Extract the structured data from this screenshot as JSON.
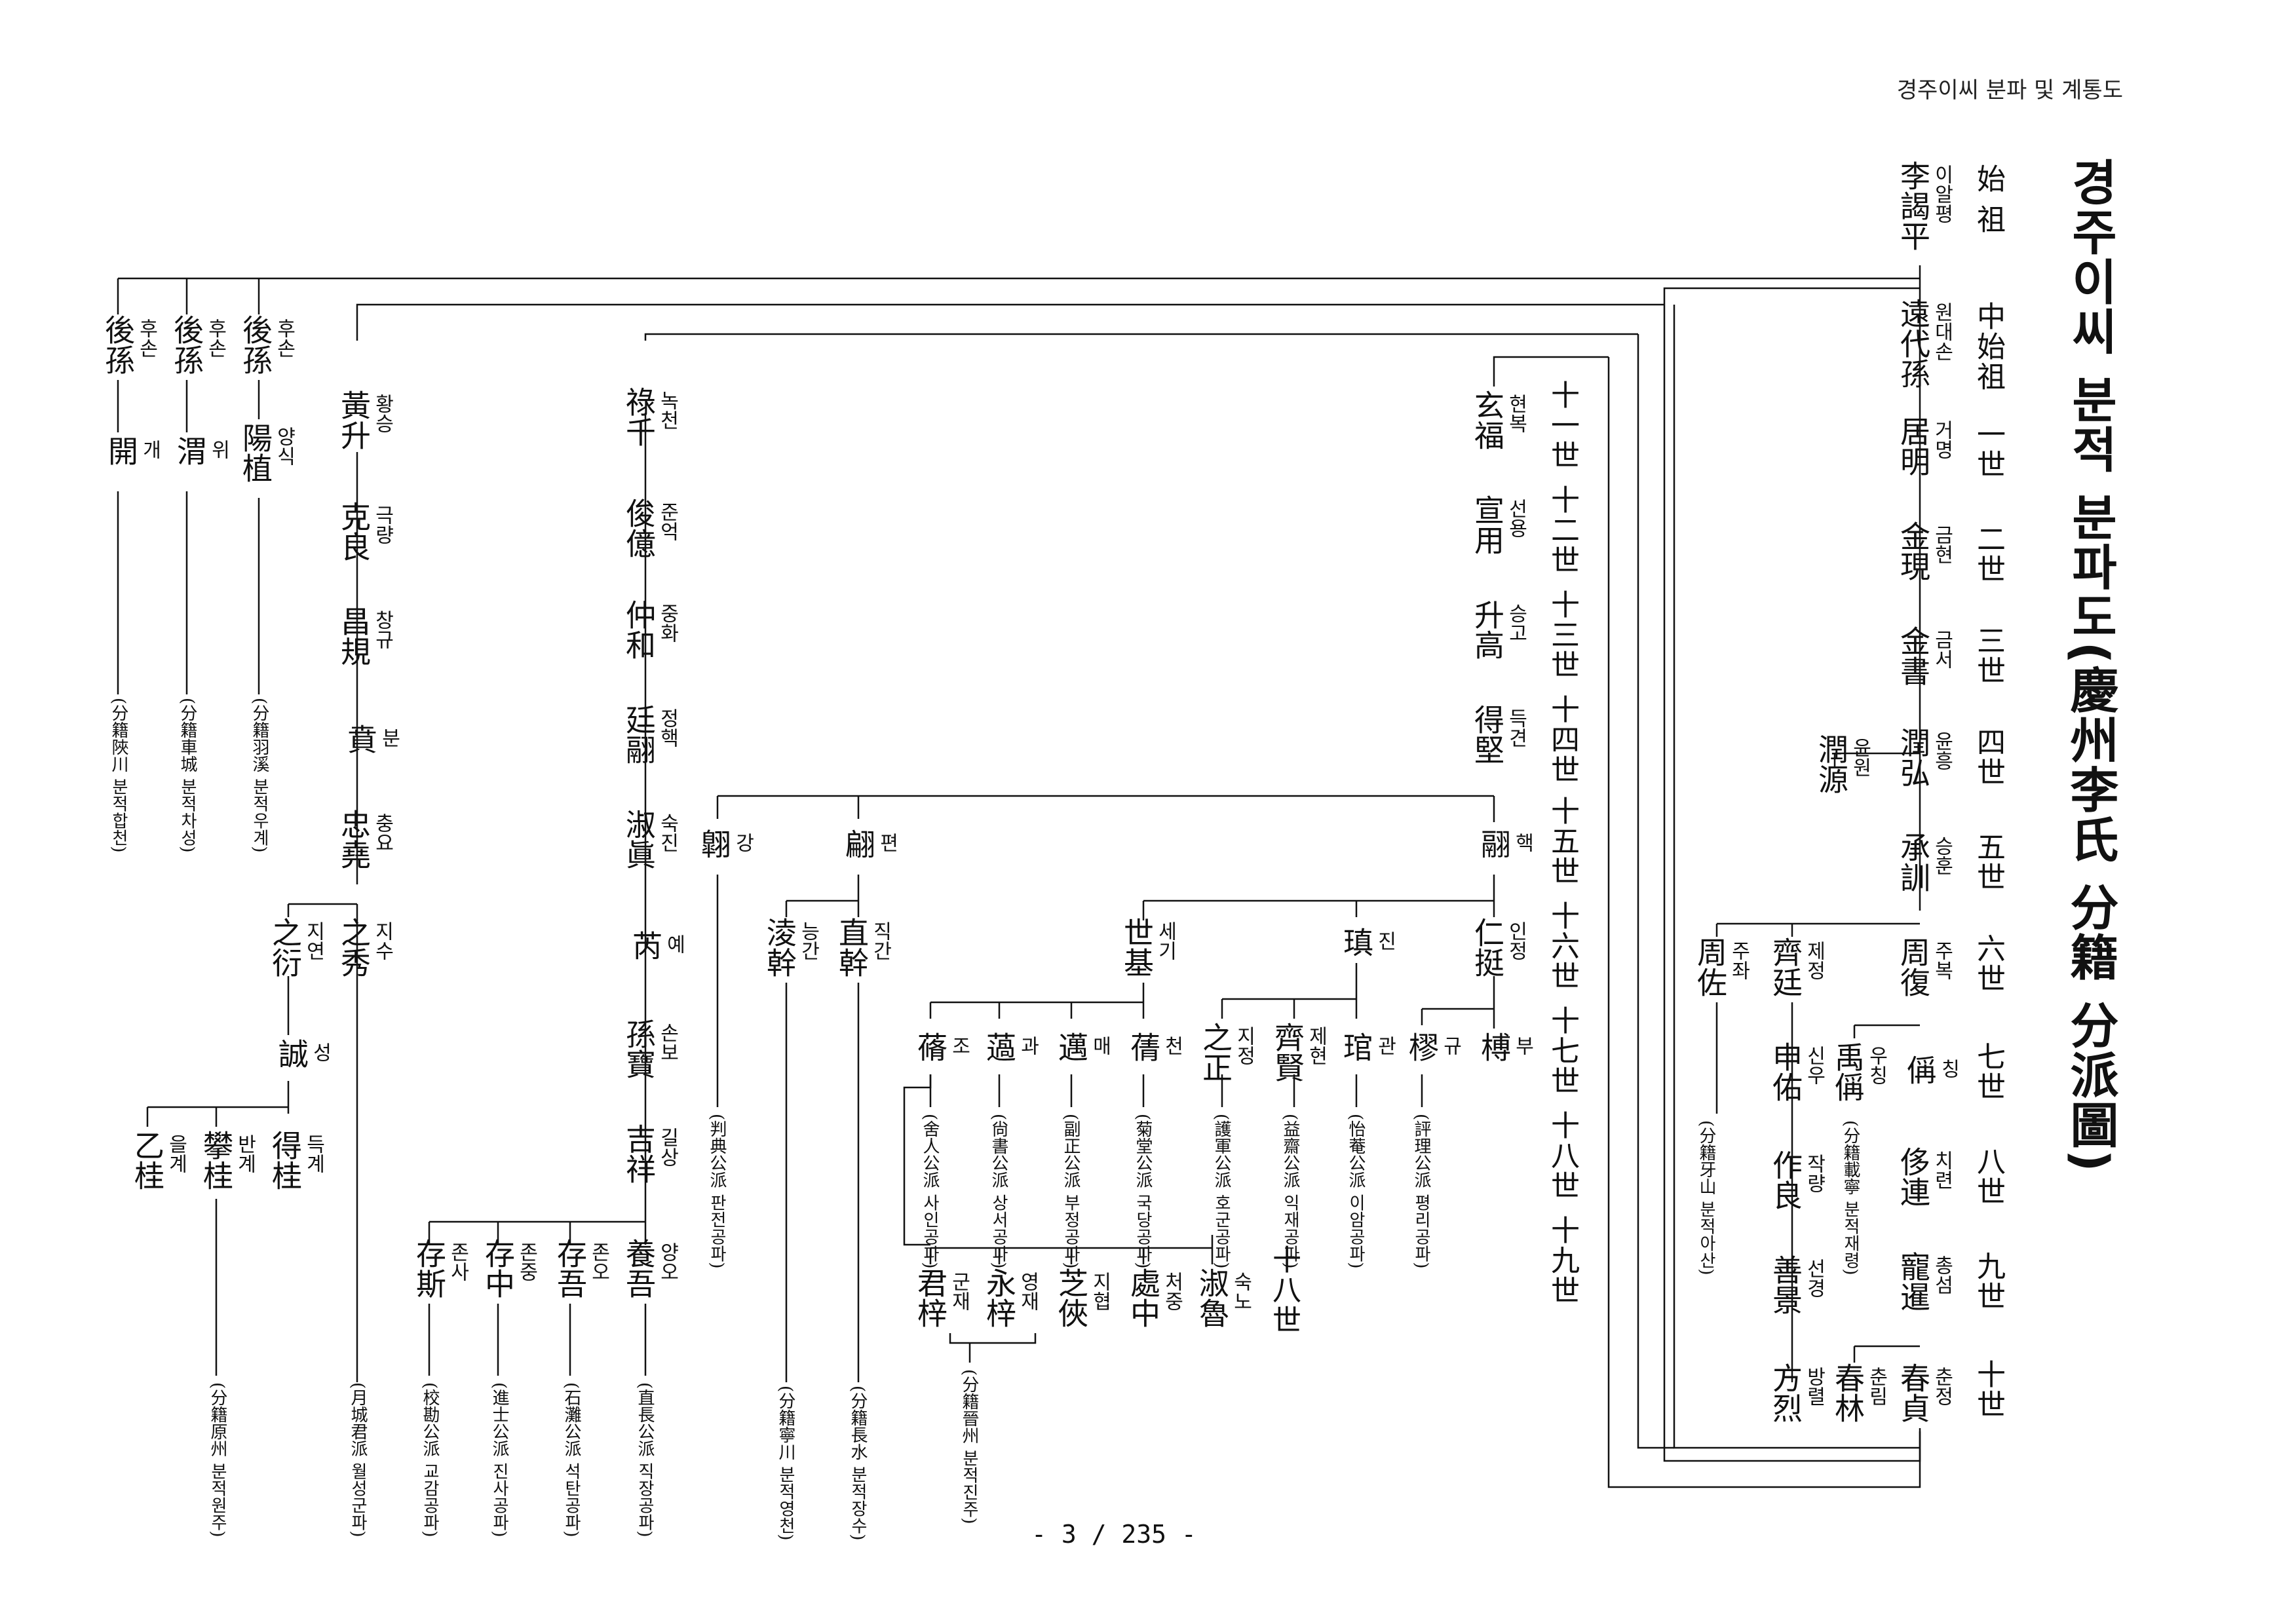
{
  "header": {
    "document_title": "경주이씨 분파 및 계통도"
  },
  "main_title": "경주이씨 분적 분파도(慶州李氏 分籍 分派圖)",
  "footer": {
    "page_label": "- 3 / 235 -"
  },
  "generations": {
    "g0": "始 祖",
    "gm": "中始祖",
    "g1": "一世",
    "g2": "二世",
    "g3": "三世",
    "g4": "四世",
    "g5": "五世",
    "g6": "六世",
    "g7": "七世",
    "g8": "八世",
    "g9": "九世",
    "g10": "十世",
    "g11": "十一世",
    "g12": "十二世",
    "g13": "十三世",
    "g14": "十四世",
    "g15": "十五世",
    "g16": "十六世",
    "g17": "十七世",
    "g18": "十八世",
    "g19": "十九世",
    "g18b": "十八世"
  },
  "persons": {
    "p_ialpyeong": {
      "hanja": "李謁平",
      "hangul": "이알평"
    },
    "p_wondaeson": {
      "hanja": "遠代孫",
      "hangul": "원대손"
    },
    "p_geomyeong": {
      "hanja": "居明",
      "hangul": "거명"
    },
    "p_geumhyeon": {
      "hanja": "金現",
      "hangul": "금현"
    },
    "p_geumseo": {
      "hanja": "金書",
      "hangul": "금서"
    },
    "p_yunheung": {
      "hanja": "潤弘",
      "hangul": "윤흥"
    },
    "p_yunwon": {
      "hanja": "潤源",
      "hangul": "윤원"
    },
    "p_seunghun": {
      "hanja": "承訓",
      "hangul": "승훈"
    },
    "p_jubok": {
      "hanja": "周復",
      "hangul": "주복"
    },
    "p_jejeong": {
      "hanja": "齊廷",
      "hangul": "제정"
    },
    "p_jujwa": {
      "hanja": "周佐",
      "hangul": "주좌"
    },
    "p_ching": {
      "hanja": "偁",
      "hangul": "칭"
    },
    "p_uching": {
      "hanja": "禹偁",
      "hangul": "우칭"
    },
    "p_sinu": {
      "hanja": "申佑",
      "hangul": "신우"
    },
    "p_chiryeon": {
      "hanja": "侈連",
      "hangul": "치련"
    },
    "p_jangnyang": {
      "hanja": "作良",
      "hangul": "작량"
    },
    "p_chongseom": {
      "hanja": "寵暹",
      "hangul": "총섬"
    },
    "p_seongyeong": {
      "hanja": "善景",
      "hangul": "선경"
    },
    "p_chunjeong": {
      "hanja": "春貞",
      "hangul": "춘정"
    },
    "p_chunrim": {
      "hanja": "春林",
      "hangul": "춘림"
    },
    "p_bangryeol": {
      "hanja": "方烈",
      "hangul": "방렬"
    },
    "p_hyeonbok": {
      "hanja": "玄福",
      "hangul": "현복"
    },
    "p_seonyong": {
      "hanja": "宣用",
      "hangul": "선용"
    },
    "p_seunggo": {
      "hanja": "升高",
      "hangul": "승고"
    },
    "p_deukgyeon": {
      "hanja": "得堅",
      "hangul": "득견"
    },
    "p_haek": {
      "hanja": "翮",
      "hangul": "핵"
    },
    "p_injeong": {
      "hanja": "仁挺",
      "hangul": "인정"
    },
    "p_bu": {
      "hanja": "榑",
      "hangul": "부"
    },
    "p_gyu": {
      "hanja": "樛",
      "hangul": "규"
    },
    "p_jin": {
      "hanja": "瑱",
      "hangul": "진"
    },
    "p_gwan": {
      "hanja": "琯",
      "hangul": "관"
    },
    "p_jehyeon": {
      "hanja": "齊賢",
      "hangul": "제현"
    },
    "p_jijeong": {
      "hanja": "之正",
      "hangul": "지정"
    },
    "p_segi": {
      "hanja": "世基",
      "hangul": "세기"
    },
    "p_cheon": {
      "hanja": "蒨",
      "hangul": "천"
    },
    "p_mae": {
      "hanja": "邁",
      "hangul": "매"
    },
    "p_gwa": {
      "hanja": "薖",
      "hangul": "과"
    },
    "p_jo": {
      "hanja": "蓨",
      "hangul": "조"
    },
    "p_suknu": {
      "hanja": "淑魯",
      "hangul": "숙노"
    },
    "p_cheojung": {
      "hanja": "處中",
      "hangul": "처중"
    },
    "p_jihyeop": {
      "hanja": "芝俠",
      "hangul": "지협"
    },
    "p_yeongjae": {
      "hanja": "永梓",
      "hangul": "영재"
    },
    "p_gunjae": {
      "hanja": "君梓",
      "hangul": "군재"
    },
    "p_pyeon": {
      "hanja": "翩",
      "hangul": "편"
    },
    "p_jikgan": {
      "hanja": "直幹",
      "hangul": "직간"
    },
    "p_neunggan": {
      "hanja": "淩幹",
      "hangul": "능간"
    },
    "p_gang": {
      "hanja": "翺",
      "hangul": "강"
    },
    "p_nokcheon": {
      "hanja": "祿千",
      "hangul": "녹천"
    },
    "p_juneok": {
      "hanja": "俊億",
      "hangul": "준억"
    },
    "p_junghwa": {
      "hanja": "仲和",
      "hangul": "중화"
    },
    "p_jeonghaek": {
      "hanja": "廷翮",
      "hangul": "정핵"
    },
    "p_sukjin": {
      "hanja": "淑眞",
      "hangul": "숙진"
    },
    "p_ye": {
      "hanja": "芮",
      "hangul": "예"
    },
    "p_sonbo": {
      "hanja": "孫寶",
      "hangul": "손보"
    },
    "p_gilsang": {
      "hanja": "吉祥",
      "hangul": "길상"
    },
    "p_yango": {
      "hanja": "養吾",
      "hangul": "양오"
    },
    "p_jono": {
      "hanja": "存吾",
      "hangul": "존오"
    },
    "p_jonjung": {
      "hanja": "存中",
      "hangul": "존중"
    },
    "p_jonsa": {
      "hanja": "存斯",
      "hangul": "존사"
    },
    "p_hwangseung": {
      "hanja": "黃升",
      "hangul": "황승"
    },
    "p_geungnyang": {
      "hanja": "克良",
      "hangul": "극량"
    },
    "p_changgyu": {
      "hanja": "昌規",
      "hangul": "창규"
    },
    "p_bun": {
      "hanja": "賁",
      "hangul": "분"
    },
    "p_chungyo": {
      "hanja": "忠堯",
      "hangul": "충요"
    },
    "p_jisu": {
      "hanja": "之秀",
      "hangul": "지수"
    },
    "p_jiyeon": {
      "hanja": "之衍",
      "hangul": "지연"
    },
    "p_seong": {
      "hanja": "誠",
      "hangul": "성"
    },
    "p_deukgye": {
      "hanja": "得桂",
      "hangul": "득계"
    },
    "p_bangye": {
      "hanja": "攀桂",
      "hangul": "반계"
    },
    "p_eulgye": {
      "hanja": "乙桂",
      "hangul": "을계"
    },
    "p_huson1": {
      "hanja": "後孫",
      "hangul": "후손"
    },
    "p_huson2": {
      "hanja": "後孫",
      "hangul": "후손"
    },
    "p_huson3": {
      "hanja": "後孫",
      "hangul": "후손"
    },
    "p_yangsik": {
      "hanja": "陽植",
      "hangul": "양식"
    },
    "p_wi": {
      "hanja": "渭",
      "hangul": "위"
    },
    "p_gae": {
      "hanja": "開",
      "hangul": "개"
    }
  },
  "branches": {
    "b_asan": "(分籍牙山 분적아산)",
    "b_jaeryeong": "(分籍載寧 분적재령)",
    "b_pyeongni": "(評理公派 평리공파)",
    "b_iam": "(怡菴公派 이암공파)",
    "b_ikjae": "(益齋公派 익재공파)",
    "b_hogun": "(護軍公派 호군공파)",
    "b_gukdang": "(菊堂公派 국당공파)",
    "b_bujeong": "(副正公派 부정공파)",
    "b_sangseo": "(尙書公派 상서공파)",
    "b_sain": "(舍人公派 사인공파)",
    "b_jinju": "(分籍晉州 분적진주)",
    "b_jangsu": "(分籍長水 분적장수)",
    "b_yeongcheon": "(分籍寧川 분적영천)",
    "b_panjeon": "(判典公派 판전공파)",
    "b_jikjang": "(直長公派 직장공파)",
    "b_seoktan": "(石灘公派 석탄공파)",
    "b_jinsa": "(進士公派 진사공파)",
    "b_gyogam": "(校勘公派 교감공파)",
    "b_wolseong": "(月城君派 월성군파)",
    "b_wonju": "(分籍原州 분적원주)",
    "b_uge": "(分籍羽溪 분적우계)",
    "b_chaseong": "(分籍車城 분적차성)",
    "b_hapcheon": "(分籍陜川 분적합천)"
  }
}
